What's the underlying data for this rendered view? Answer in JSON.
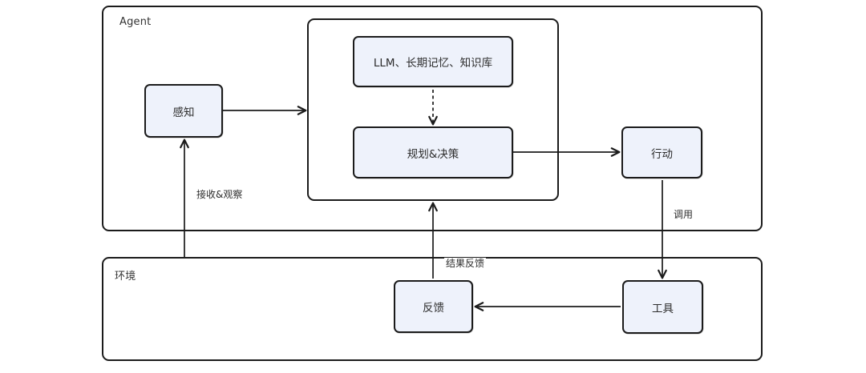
{
  "diagram": {
    "agent": {
      "label": "Agent"
    },
    "environment": {
      "label": "环境"
    },
    "nodes": {
      "perception": {
        "label": "感知"
      },
      "llm_memory": {
        "label": "LLM、长期记忆、知识库"
      },
      "planning": {
        "label": "规划&决策"
      },
      "action": {
        "label": "行动"
      },
      "feedback": {
        "label": "反馈"
      },
      "tools": {
        "label": "工具"
      }
    },
    "edges": {
      "receive_observe": {
        "label": "接收&观察"
      },
      "invoke": {
        "label": "调用"
      },
      "result_feedback": {
        "label": "结果反馈"
      }
    },
    "colors": {
      "line": "#1b1b1b",
      "node_fill": "#eef2fb",
      "text": "#2d2d2d",
      "background": "#ffffff"
    }
  }
}
